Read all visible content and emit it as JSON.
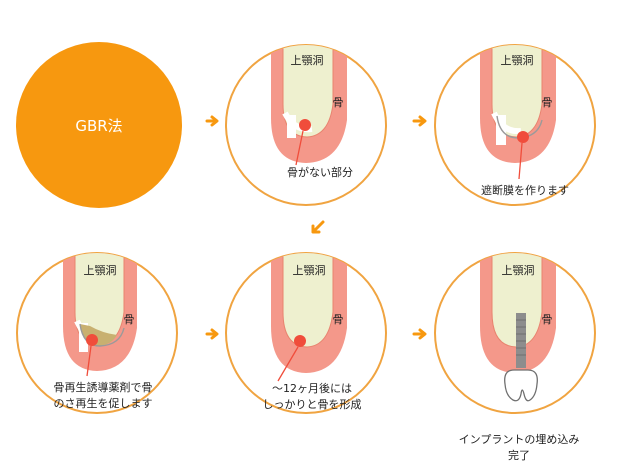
{
  "title": "GBR法",
  "labels": {
    "sinus": "上顎洞",
    "bone": "骨"
  },
  "steps": [
    {
      "caption": [
        "骨がない部分"
      ]
    },
    {
      "caption": [
        "遮断膜を作ります"
      ]
    },
    {
      "caption": [
        "骨再生誘導薬剤で骨",
        "のさ再生を促します"
      ]
    },
    {
      "caption": [
        "〜12ヶ月後には",
        "しっかりと骨を形成"
      ]
    },
    {
      "caption": [
        "インプラントの埋め込み",
        "完了"
      ]
    }
  ],
  "colors": {
    "accent_orange": "#f7980f",
    "circle_border": "#f0a441",
    "gum_pink": "#f4988a",
    "gum_dark": "#e8836f",
    "sinus_cream": "#eef0cf",
    "pointer_red": "#f04d3b",
    "bone_regen": "#c8b070",
    "implant_gray": "#8d8d8d"
  },
  "icons": [
    "arrow-right-icon",
    "arrow-down-left-icon",
    "implant-icon",
    "membrane-icon"
  ]
}
